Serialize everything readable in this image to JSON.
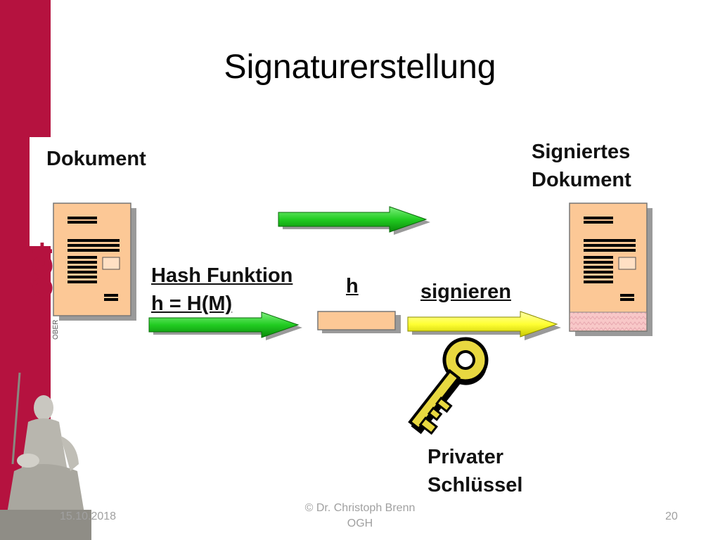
{
  "slide": {
    "title": "Signaturerstellung"
  },
  "diagram": {
    "document_label": "Dokument",
    "signed_label_line1": "Signiertes",
    "signed_label_line2": "Dokument",
    "hash_label_line1": "Hash Funktion",
    "hash_label_line2": "h = H(M)",
    "hash_value_label": "h",
    "sign_label": "signieren",
    "key_label_line1": "Privater",
    "key_label_line2": "Schlüssel"
  },
  "sidebar": {
    "logo_letters": "OGH",
    "logo_small_text": "OBER"
  },
  "footer": {
    "date": "15.10.2018",
    "author_line1": "© Dr. Christoph Brenn",
    "author_line2": "OGH",
    "page_number": "20"
  },
  "colors": {
    "brand": "#b5123f",
    "document": "#fcc896",
    "arrow_green": "#22cc22",
    "arrow_yellow": "#ffff33",
    "key": "#e8d840",
    "signature_band": "#f8c8c8"
  }
}
